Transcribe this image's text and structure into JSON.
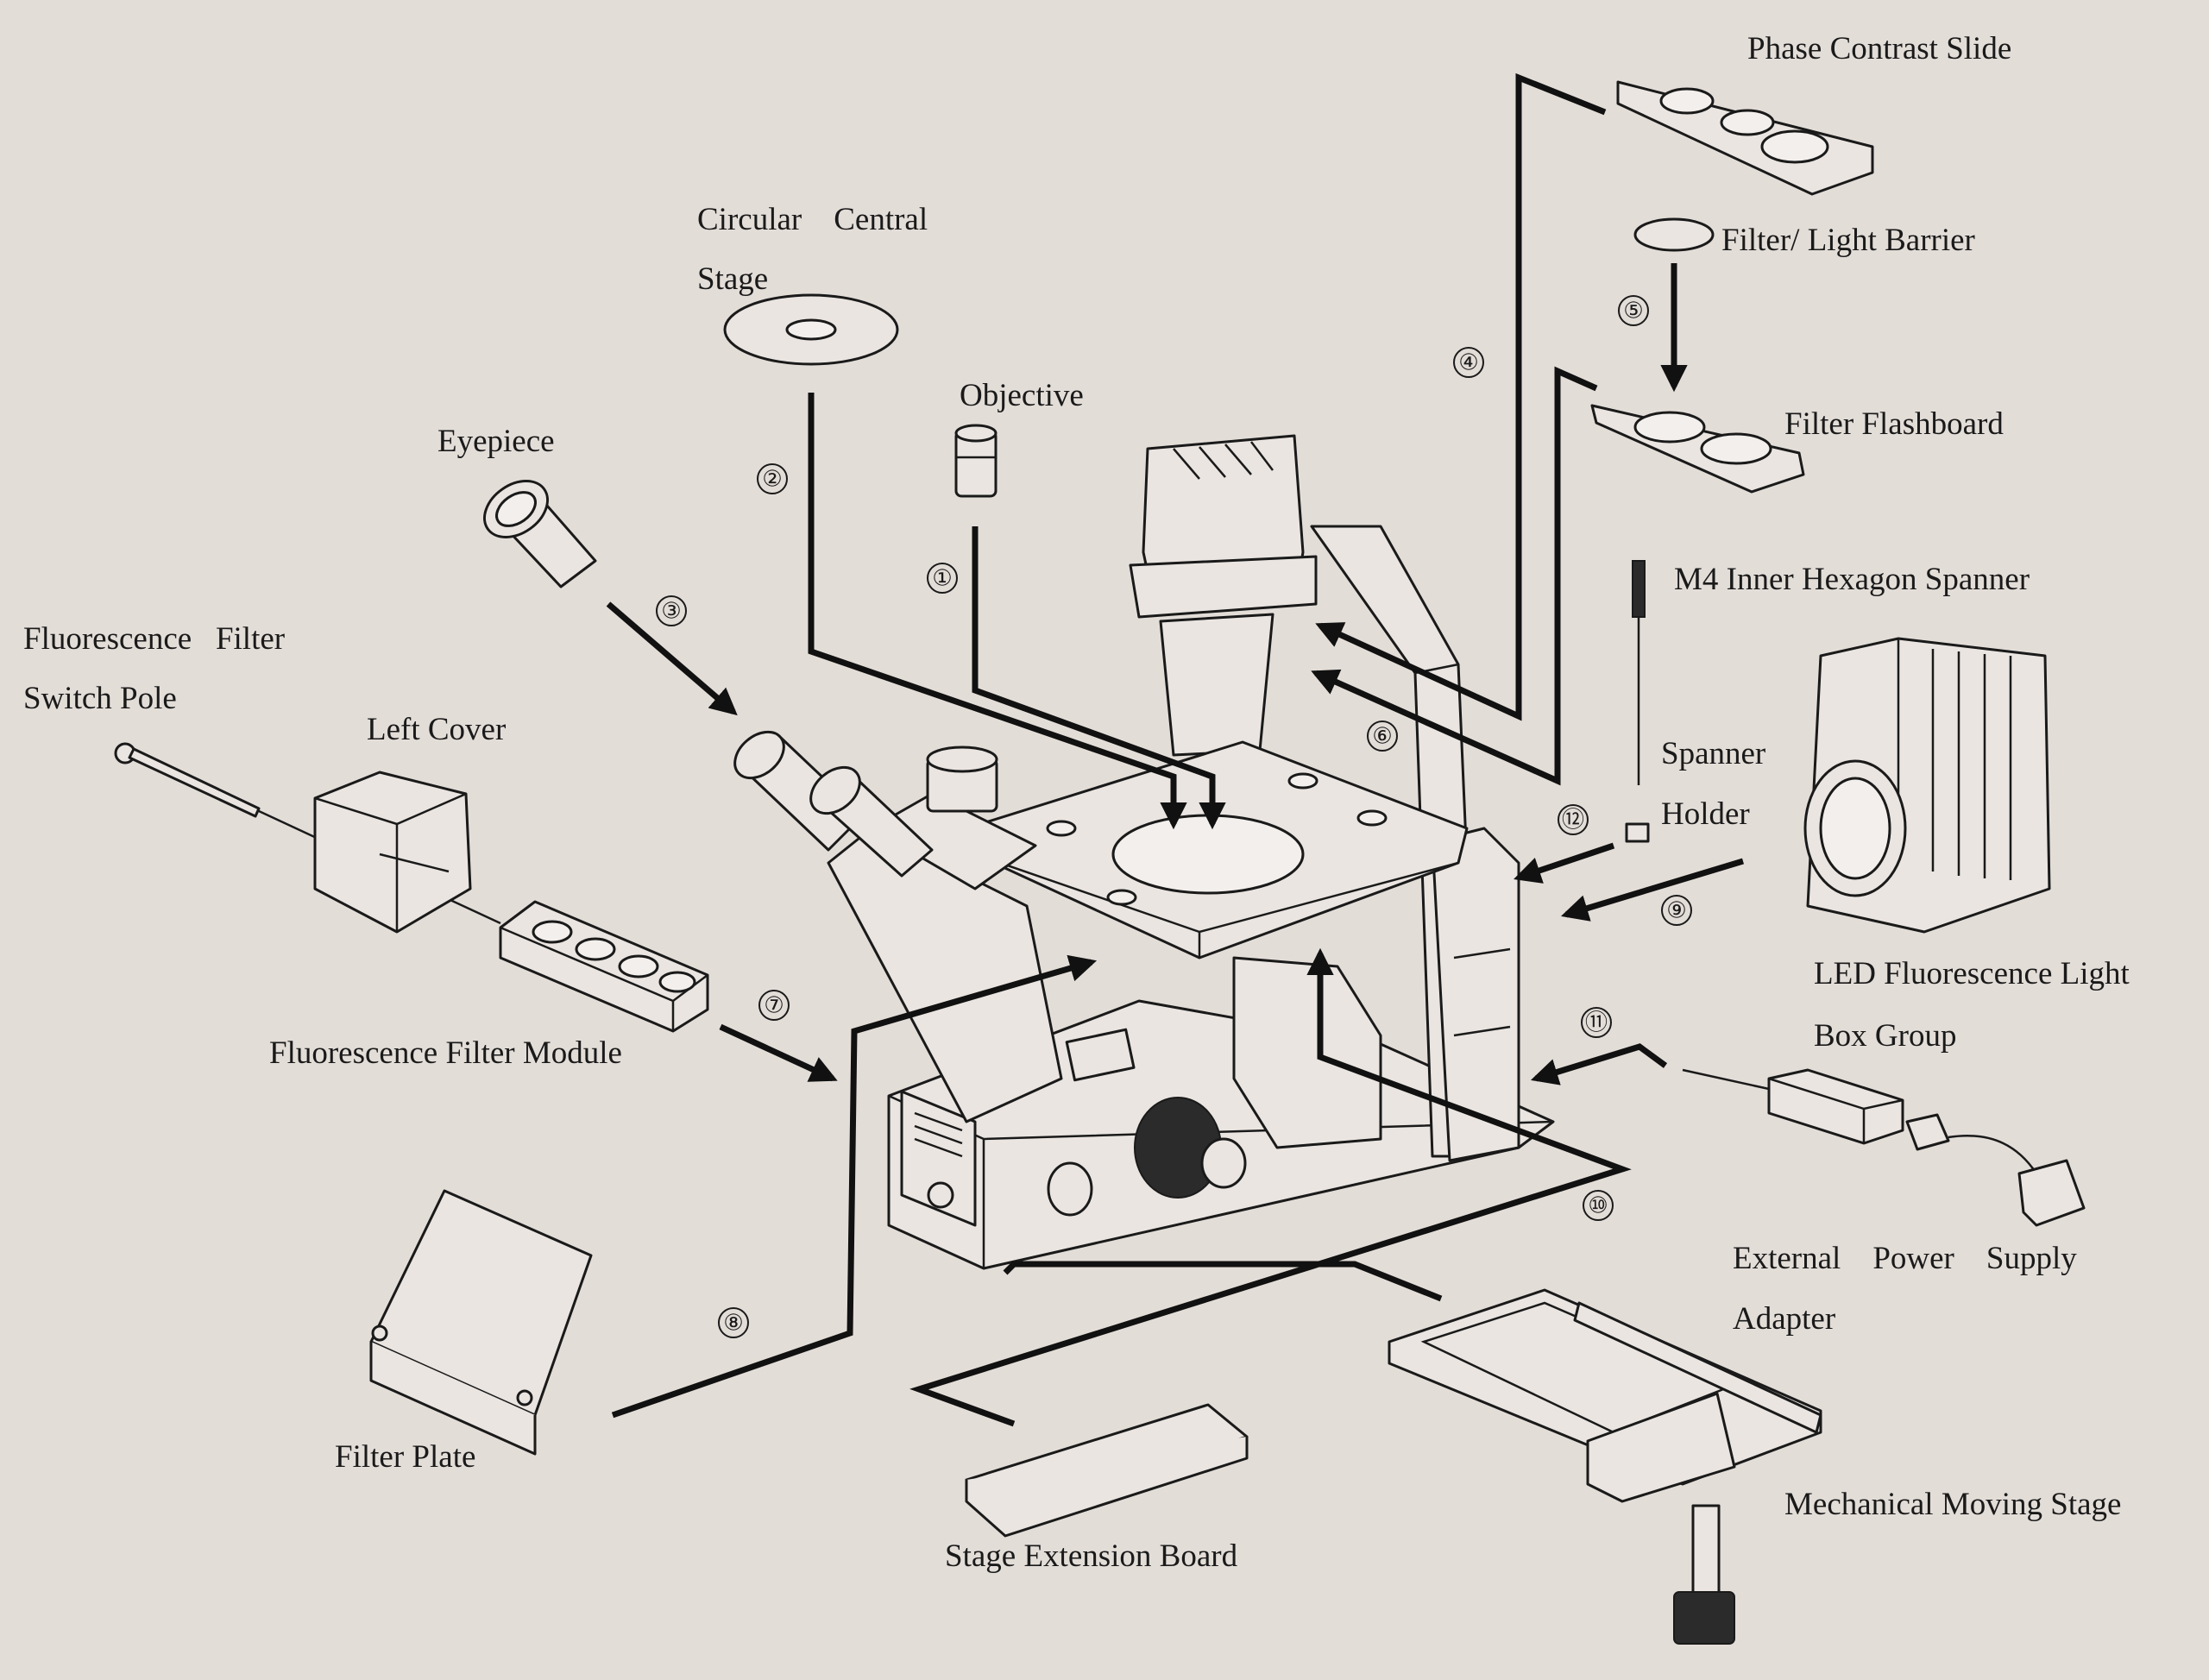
{
  "labels": {
    "phase_contrast_slide": "Phase Contrast Slide",
    "circular_central_stage_1": "Circular    Central",
    "circular_central_stage_2": "Stage",
    "filter_light_barrier": "Filter/ Light Barrier",
    "objective": "Objective",
    "filter_flashboard": "Filter Flashboard",
    "eyepiece": "Eyepiece",
    "m4_spanner": "M4 Inner Hexagon Spanner",
    "fluorescence_filter_switch_pole_1": "Fluorescence   Filter",
    "fluorescence_filter_switch_pole_2": "Switch Pole",
    "left_cover": "Left Cover",
    "spanner_holder_1": "Spanner",
    "spanner_holder_2": "Holder",
    "led_fluorescence_light_1": "LED Fluorescence Light",
    "led_fluorescence_light_2": "Box Group",
    "fluorescence_filter_module": "Fluorescence Filter Module",
    "external_power_supply_1": "External    Power    Supply",
    "external_power_supply_2": "Adapter",
    "filter_plate": "Filter Plate",
    "mechanical_moving_stage": "Mechanical Moving Stage",
    "stage_extension_board": "Stage Extension Board"
  },
  "callouts": {
    "n1": "①",
    "n2": "②",
    "n3": "③",
    "n4": "④",
    "n5": "⑤",
    "n6": "⑥",
    "n7": "⑦",
    "n8": "⑧",
    "n9": "⑨",
    "n10": "⑩",
    "n11": "⑪",
    "n12": "⑫"
  },
  "colors": {
    "background": "#e3ddd8",
    "line": "#1a1a1a"
  }
}
